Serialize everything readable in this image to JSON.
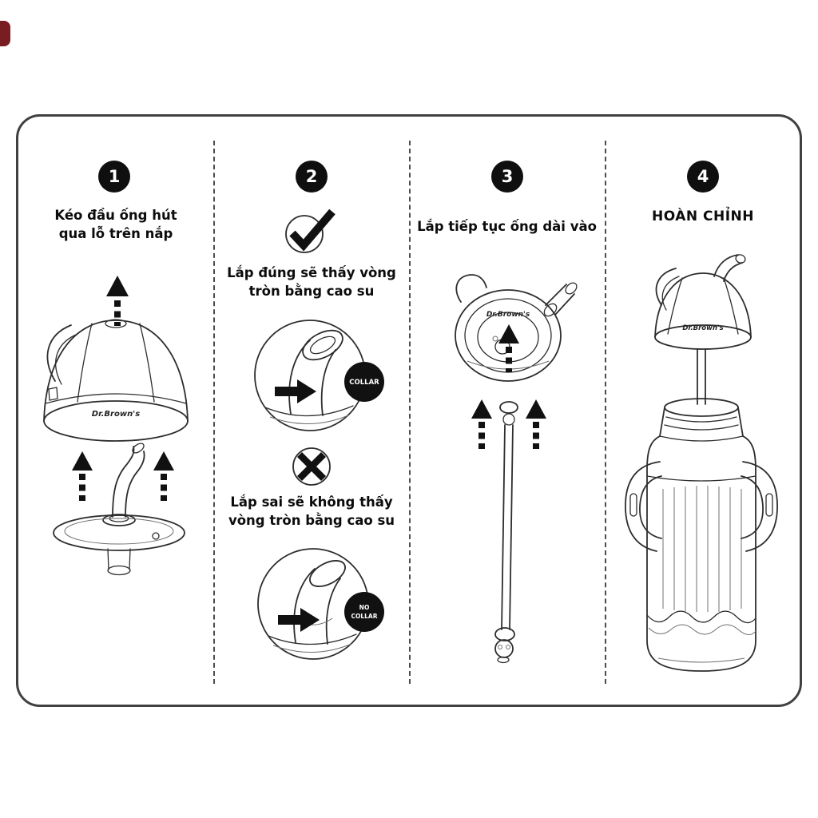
{
  "meta": {
    "background": "#ffffff",
    "frame_border_color": "#404040",
    "ink_color": "#111111",
    "watermark_color": "#7a1d23"
  },
  "brand": "Dr.Brown's",
  "icons": {
    "check": "✔",
    "cross": "✖",
    "arrow_up_dashed": "▲",
    "collar_badge": "●"
  },
  "steps": [
    {
      "number": "1",
      "title_line1": "Kéo đầu ống hút",
      "title_line2": "qua lỗ trên nắp"
    },
    {
      "number": "2",
      "correct_line1": "Lắp đúng sẽ thấy vòng",
      "correct_line2": "tròn bằng cao su",
      "collar_label": "COLLAR",
      "wrong_line1": "Lắp sai sẽ không thấy",
      "wrong_line2": "vòng tròn bằng cao su",
      "no_collar_line1": "NO",
      "no_collar_line2": "COLLAR"
    },
    {
      "number": "3",
      "title": "Lắp tiếp tục ống dài vào"
    },
    {
      "number": "4",
      "title": "HOÀN CHỈNH"
    }
  ]
}
